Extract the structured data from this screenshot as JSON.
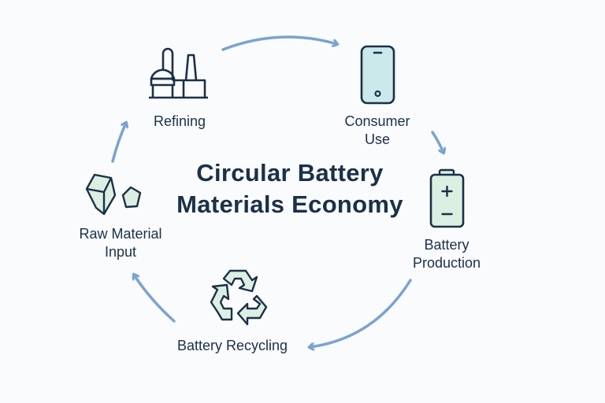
{
  "title": {
    "line1": "Circular Battery",
    "line2": "Materials Economy"
  },
  "stages": {
    "refining": {
      "label": "Refining",
      "icon": "factory-icon"
    },
    "consumer_use": {
      "line1": "Consumer",
      "line2": "Use",
      "icon": "smartphone-icon"
    },
    "battery_production": {
      "line1": "Battery",
      "line2": "Production",
      "icon": "battery-icon"
    },
    "battery_recycling": {
      "label": "Battery Recycling",
      "icon": "recycle-icon"
    },
    "raw_material_input": {
      "line1": "Raw Material",
      "line2": "Input",
      "icon": "minerals-icon"
    }
  },
  "colors": {
    "text": "#1b3049",
    "arrow": "#7ba3d0",
    "fill_green": "#dcefe2",
    "fill_teal": "#cbe9ea",
    "background": "#f9fbfc"
  }
}
